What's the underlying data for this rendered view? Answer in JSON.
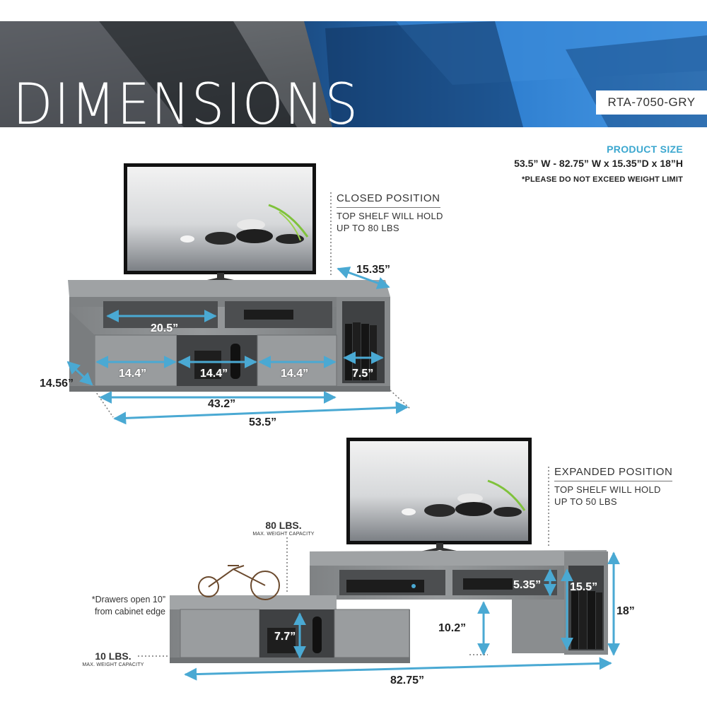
{
  "banner": {
    "title": "DIMENSIONS",
    "sku": "RTA-7050-GRY"
  },
  "product_size": {
    "heading": "PRODUCT SIZE",
    "value": "53.5” W - 82.75” W x 15.35”D x 18”H",
    "warning": "*PLEASE DO NOT EXCEED WEIGHT LIMIT"
  },
  "closed": {
    "title": "CLOSED POSITION",
    "desc": "TOP SHELF WILL HOLD UP TO 80 LBS",
    "dims": {
      "depth_top": "15.35”",
      "shelf_width": "20.5”",
      "drawer_left": "14.4”",
      "middle_open": "14.4”",
      "drawer_right": "14.4”",
      "side_shelf": "7.5”",
      "depth_side": "14.56”",
      "inner_width": "43.2”",
      "overall_width": "53.5”"
    }
  },
  "expanded": {
    "title": "EXPANDED POSITION",
    "desc": "TOP SHELF WILL HOLD UP TO 50 LBS",
    "cap_top": {
      "weight": "80 LBS.",
      "label": "MAX. WEIGHT CAPACITY"
    },
    "cap_bottom": {
      "weight": "10 LBS.",
      "label": "MAX. WEIGHT CAPACITY"
    },
    "drawer_note": "*Drawers open 10” from cabinet edge",
    "dims": {
      "cubby_height": "7.7”",
      "shelf_height": "5.35”",
      "side_height": "15.5”",
      "overall_height": "18”",
      "under_clearance": "10.2”",
      "overall_width": "82.75”"
    }
  },
  "colors": {
    "accent": "#3ba7cf",
    "arrow": "#4aa9d3",
    "furniture": "#8a8c8e"
  },
  "icons": [
    "tv-icon",
    "bicycle-decor-icon",
    "books-icon",
    "media-player-icon"
  ]
}
